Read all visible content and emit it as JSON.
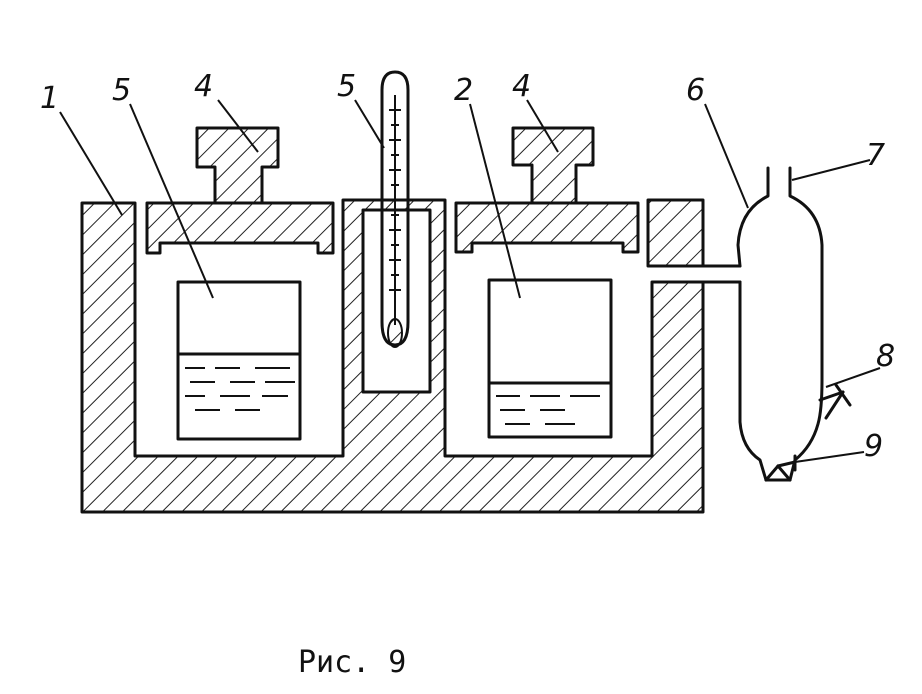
{
  "figure": {
    "labels": {
      "body": "1",
      "vessel_left": "5",
      "lid_left": "4",
      "thermometer": "5",
      "vessel_right": "2",
      "lid_right": "4",
      "tube": "6",
      "inlet": "7",
      "valve_upper": "8",
      "valve_lower": "9"
    },
    "caption": "Рис. 9"
  }
}
